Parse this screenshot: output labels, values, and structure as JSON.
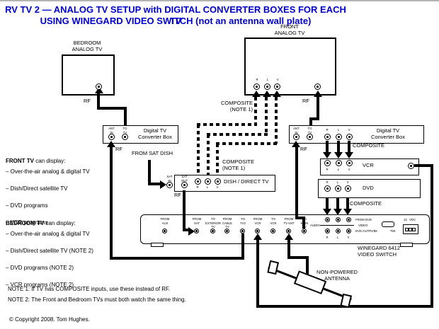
{
  "colors": {
    "title_blue": "#0000cc",
    "diagram_black": "#000000"
  },
  "title": {
    "line1": "RV TV 2 — ANALOG TV SETUP with DIGITAL CONVERTER BOXES FOR EACH TV",
    "line2": "USING WINEGARD VIDEO SWITCH (not an antenna wall plate)"
  },
  "labels": {
    "bedroom_tv": "BEDROOM\nANALOG TV",
    "front_tv": "FRONT\nANALOG TV",
    "converter": "Digital TV\nConverter Box",
    "vcr": "VCR",
    "dvd": "DVD",
    "dish": "DISH / DIRECT TV",
    "rf": "RF",
    "composite": "COMPOSITE",
    "composite_note": "COMPOSITE\n(NOTE 1)",
    "from_sat_dish": "FROM SAT DISH",
    "antenna": "NON-POWERED\nANTENNA",
    "r": "R",
    "l": "L",
    "v": "V",
    "ant_in": "ANT\nIN",
    "to_tv": "TO\nTV",
    "sat_in": "SAT\nIN",
    "sat_out": "SAT\nOUT"
  },
  "switch": {
    "ports": [
      "FROM\nAUX",
      "FROM\nSAT",
      "TO\nEXTERIOR\nTV",
      "FROM\nCABLE\nTV",
      "TO\nTV2",
      "FROM\nVCR",
      "TO\nVCR",
      "FROM\nTV ANT",
      "TO\nMAIN\nTV"
    ],
    "audio": "AUDIO",
    "from_dvd": "FROM DVD",
    "video": "VIDEO",
    "dvd_output": "DVD OUTPUT",
    "imp1": "1K",
    "imp2": "75K",
    "power": "12 VDC",
    "name": "WINEGARD 6412\nVIDEO SWITCH"
  },
  "front_list": {
    "heading": "FRONT TV",
    "heading_rest": " can display:",
    "items": [
      "– Over-the-air analog & digital TV",
      "– Dish/Direct satellite TV",
      "– DVD programs",
      "– VCR programs"
    ]
  },
  "bedroom_list": {
    "heading": "BEDROOM TV",
    "heading_rest": " can display:",
    "items": [
      "– Over-the-air analog & digital TV",
      "– Dish/Direct satellite TV (NOTE 2)",
      "– DVD programs (NOTE 2)",
      "– VCR programs (NOTE 2)"
    ]
  },
  "notes": {
    "note1": "NOTE 1: If TV has COMPOSITE inputs, use these instead of RF.",
    "note2": "NOTE 2: The Front and Bedroom TVs must both watch the same thing."
  },
  "copyright": "© Copyright 2008. Tom Hughes."
}
